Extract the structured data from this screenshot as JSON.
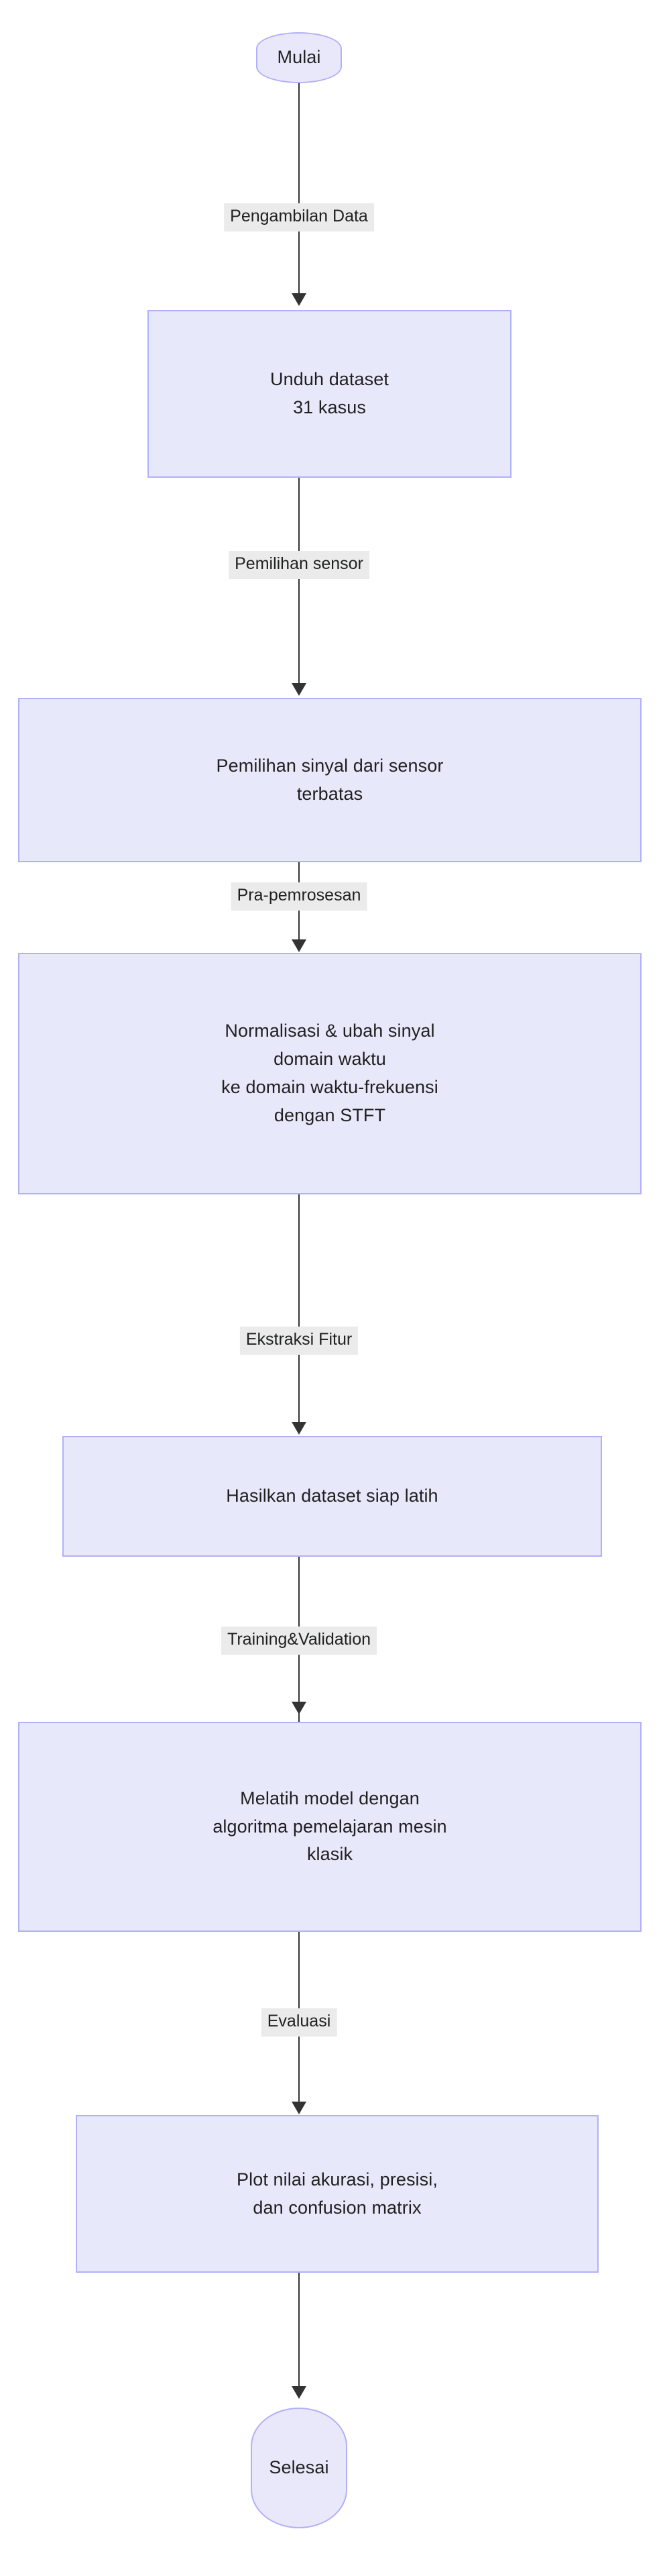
{
  "diagram": {
    "kind": "flowchart",
    "direction": "top-down",
    "language": "Indonesian",
    "colors": {
      "node_fill": "#e8e8fb",
      "node_border": "#b2b0f7",
      "edge_stroke": "#333333",
      "edge_label_bg": "#ebebeb",
      "text": "#1f2020",
      "background": "#ffffff"
    },
    "nodes": [
      {
        "id": "start",
        "shape": "stadium",
        "label": "Mulai"
      },
      {
        "id": "download",
        "shape": "rectangle",
        "label": "Unduh dataset\n31 kasus"
      },
      {
        "id": "sensor",
        "shape": "rectangle",
        "label": "Pemilihan sinyal dari sensor\nterbatas"
      },
      {
        "id": "preprocess",
        "shape": "rectangle",
        "label": "Normalisasi & ubah sinyal\ndomain waktu\nke domain waktu-frekuensi\ndengan STFT"
      },
      {
        "id": "dataset",
        "shape": "rectangle",
        "label": "Hasilkan dataset siap latih"
      },
      {
        "id": "train",
        "shape": "rectangle",
        "label": "Melatih model dengan\nalgoritma pemelajaran mesin\nklasik"
      },
      {
        "id": "evaluate",
        "shape": "rectangle",
        "label": "Plot nilai akurasi, presisi,\ndan confusion matrix"
      },
      {
        "id": "end",
        "shape": "stadium",
        "label": "Selesai"
      }
    ],
    "edges": [
      {
        "from": "start",
        "to": "download",
        "label": "Pengambilan Data"
      },
      {
        "from": "download",
        "to": "sensor",
        "label": "Pemilihan sensor"
      },
      {
        "from": "sensor",
        "to": "preprocess",
        "label": "Pra-pemrosesan"
      },
      {
        "from": "preprocess",
        "to": "dataset",
        "label": "Ekstraksi Fitur"
      },
      {
        "from": "dataset",
        "to": "train",
        "label": "Training&Validation"
      },
      {
        "from": "train",
        "to": "evaluate",
        "label": "Evaluasi"
      },
      {
        "from": "evaluate",
        "to": "end",
        "label": ""
      }
    ]
  }
}
